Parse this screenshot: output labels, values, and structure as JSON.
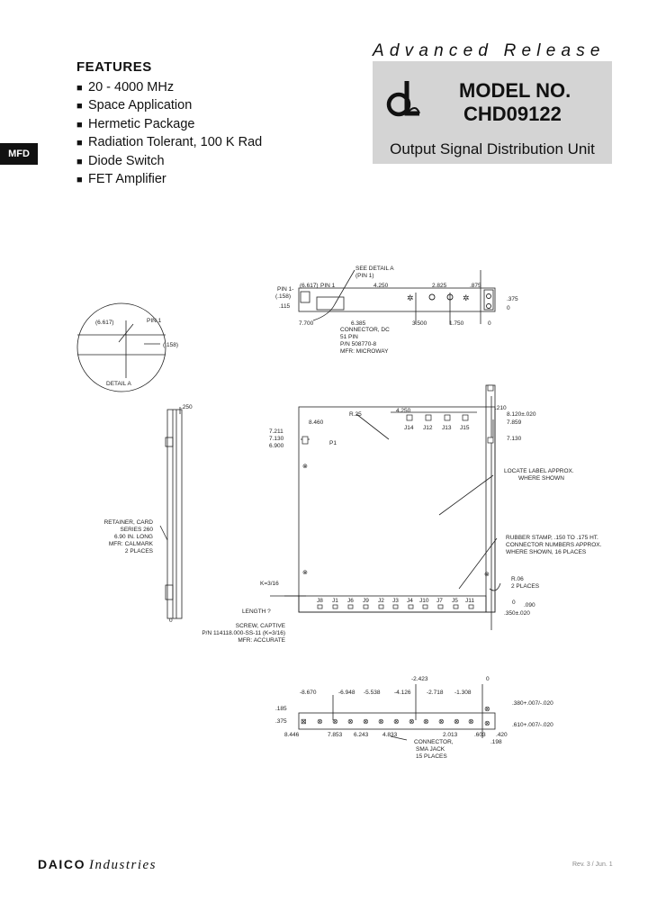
{
  "header": {
    "banner": "Advanced Release",
    "model_label": "MODEL NO.",
    "model_number": "CHD09122",
    "subtitle": "Output Signal Distribution Unit"
  },
  "features": {
    "title": "FEATURES",
    "items": [
      "20 - 4000 MHz",
      "Space Application",
      "Hermetic Package",
      "Radiation Tolerant, 100 K Rad",
      "Diode Switch",
      "FET Amplifier"
    ]
  },
  "side_tab": "MFD",
  "top_view": {
    "see_detail": "SEE DETAIL A",
    "pin1_paren": "(PIN 1)",
    "pin1_left": "PIN 1-",
    "pin1_mid": "PIN 1",
    "d_6617": "(6.617)",
    "d_158": "(.158)",
    "d_115": ".115",
    "d_4250": "4.250",
    "d_2825": "2.825",
    "d_875": ".875",
    "d_375": ".375",
    "d_0_right": "0",
    "d_7700": "7.700",
    "d_6385": "6.385",
    "d_3500": "3.500",
    "d_1750": "1.750",
    "d_0_bottom": "0",
    "connector_note": [
      "CONNECTOR, DC",
      "51 PIN",
      "P/N 508770-8",
      "MFR: MICROWAY"
    ]
  },
  "detail_a": {
    "d_6617": "(6.617)",
    "pin1": "PIN 1",
    "d_158": "(.158)",
    "label": "DETAIL A"
  },
  "side_view": {
    "d_250": ".250",
    "retainer_note": [
      "RETAINER, CARD",
      "SERIES 260",
      "6.90 IN. LONG",
      "MFR: CALMARK",
      "2 PLACES"
    ],
    "d_0": "0"
  },
  "front_view": {
    "d_8460": "8.460",
    "d_7211": "7.211",
    "d_7130": "7.130",
    "d_6900": "6.900",
    "p1": "P1",
    "r25": "R.25",
    "d_4250": "4.250",
    "top_jacks": [
      "J14",
      "J12",
      "J13",
      "J15"
    ],
    "d_210": ".210",
    "d_8120": "8.120±.020",
    "d_7859": "7.859",
    "d_7130_right": "7.130",
    "label_note": [
      "LOCATE LABEL APPROX.",
      "WHERE SHOWN"
    ],
    "stamp_note": [
      "RUBBER STAMP, .150 TO .175 HT.",
      "CONNECTOR NUMBERS APPROX.",
      "WHERE SHOWN, 16 PLACES"
    ],
    "r06": "R.06",
    "r06_places": "2 PLACES",
    "k_label": "K=3/16",
    "length_label": "LENGTH ?",
    "bottom_jacks": [
      "J8",
      "J1",
      "J6",
      "J9",
      "J2",
      "J3",
      "J4",
      "J10",
      "J7",
      "J5",
      "J11"
    ],
    "d_0": "0",
    "d_090": ".090",
    "d_350": ".350±.020",
    "screw_note": [
      "SCREW, CAPTIVE",
      "P/N 114118.000-SS-11 (K=3/16)",
      "MFR: ACCURATE"
    ]
  },
  "bottom_view": {
    "top_dims": [
      "-8.670",
      "-6.948",
      "-5.538",
      "-4.126",
      "-2.718",
      "-1.308"
    ],
    "d_neg2423": "-2.423",
    "d_0": "0",
    "d_185": ".185",
    "d_375": ".375",
    "d_380": ".380+.007/-.020",
    "d_610": ".610+.007/-.020",
    "bottom_dims": [
      "8.446",
      "7.853",
      "6.243",
      "4.833",
      "2.013",
      ".603"
    ],
    "d_420": ".420",
    "d_198": ".198",
    "connector_note": [
      "CONNECTOR,",
      "SMA JACK",
      "15 PLACES"
    ]
  },
  "footer": {
    "brand_bold": "DAICO",
    "brand_italic": "Industries",
    "rev": "Rev. 3 / Jun. 1"
  }
}
